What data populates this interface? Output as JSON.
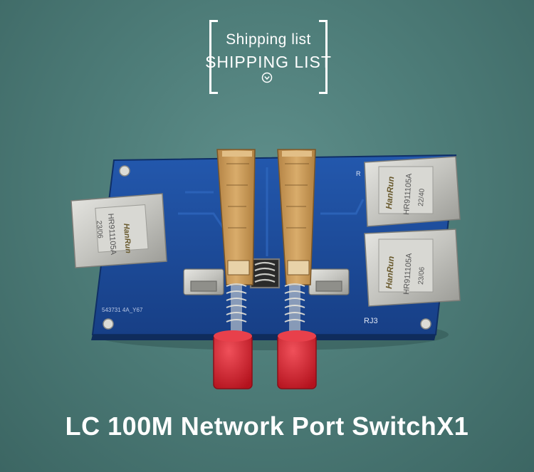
{
  "header": {
    "title_small": "Shipping list",
    "title_large": "SHIPPING LIST",
    "icon": "chevron-down-circle-icon"
  },
  "product": {
    "board_labels": {
      "silk_code": "543731 4A_Y67",
      "port_label": "RJ3",
      "r_mark": "R"
    },
    "jacks": [
      {
        "brand": "HanRun",
        "model": "HR911105A",
        "code": "23/06"
      },
      {
        "brand": "HanRun",
        "model": "HR911105A",
        "code": "22/40"
      },
      {
        "brand": "HanRun",
        "model": "HR911105A",
        "code": "23/06"
      }
    ]
  },
  "caption": "LC 100M Network Port SwitchX1",
  "colors": {
    "background": "#4e7d79",
    "pcb": "#1d4fa0",
    "jack_metal": "#c9c9c4",
    "switch_body": "#c89a5a",
    "button_cap": "#d41f2c"
  }
}
